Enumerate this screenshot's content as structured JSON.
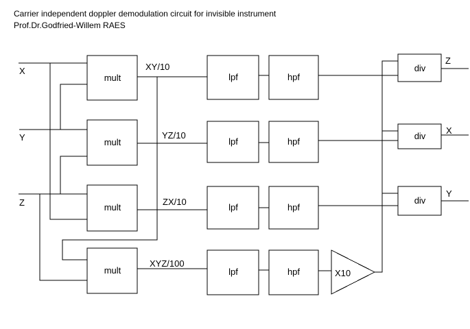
{
  "title": "Carrier independent doppler demodulation circuit for invisible instrument",
  "author": "Prof.Dr.Godfried-Willem RAES",
  "inputs": {
    "x": "X",
    "y": "Y",
    "z": "Z"
  },
  "rows": [
    {
      "mult": "mult",
      "signal": "XY/10",
      "lpf": "lpf",
      "hpf": "hpf"
    },
    {
      "mult": "mult",
      "signal": "YZ/10",
      "lpf": "lpf",
      "hpf": "hpf"
    },
    {
      "mult": "mult",
      "signal": "ZX/10",
      "lpf": "lpf",
      "hpf": "hpf"
    },
    {
      "mult": "mult",
      "signal": "XYZ/100",
      "lpf": "lpf",
      "hpf": "hpf"
    }
  ],
  "amplifier": {
    "label": "X10"
  },
  "dividers": [
    {
      "label": "div",
      "output": "Z"
    },
    {
      "label": "div",
      "output": "X"
    },
    {
      "label": "div",
      "output": "Y"
    }
  ],
  "colors": {
    "stroke": "#000000",
    "background": "#ffffff"
  }
}
